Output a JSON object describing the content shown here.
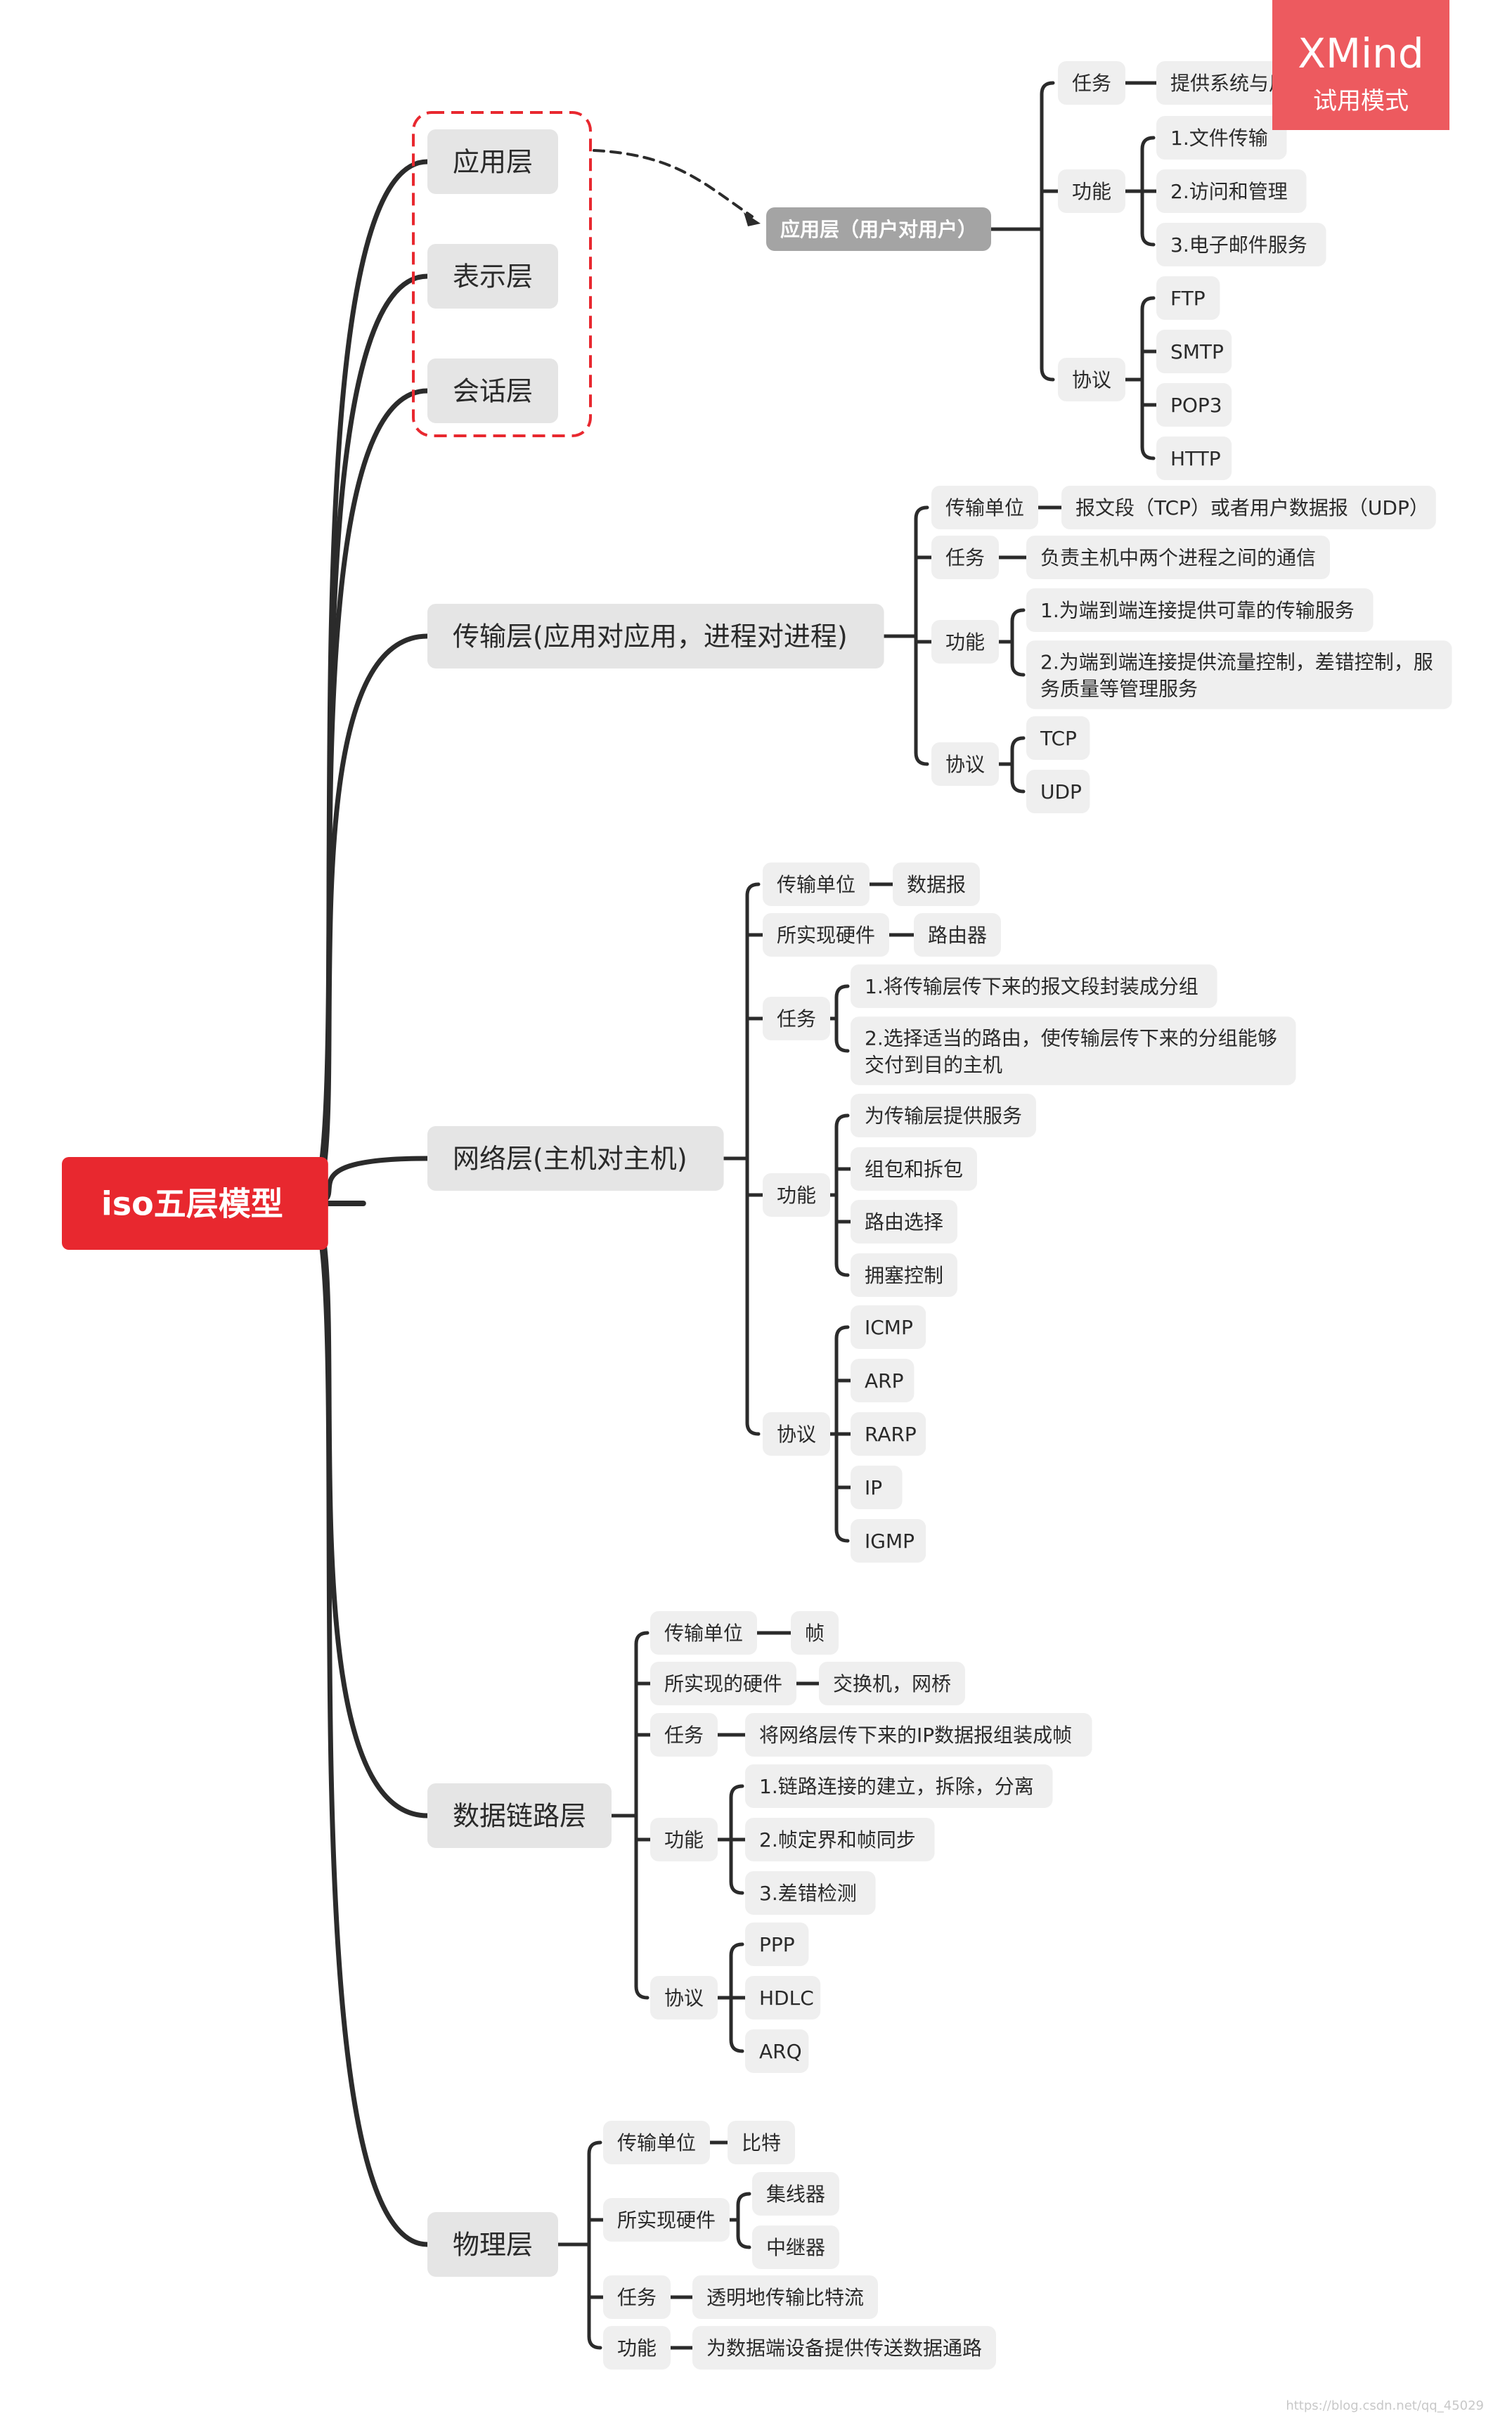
{
  "watermark": {
    "brand": "XMind",
    "mode": "试用模式",
    "credit": "https://blog.csdn.net/qq_45029"
  },
  "colors": {
    "line": "#2b2b2b",
    "root_bg": "#e8282f",
    "root_text": "#ffffff",
    "main_bg": "#e5e5e5",
    "sub_bg": "#efefef",
    "callout_bg": "#a4a4a4",
    "boundary": "#e8282f",
    "watermark_bg": "#ed5a5f"
  },
  "root": {
    "label": "iso五层模型"
  },
  "boundary_group": [
    "应用层",
    "表示层",
    "会话层"
  ],
  "callout": {
    "label": "应用层（用户对用户）",
    "children": [
      {
        "label": "任务",
        "children": [
          {
            "label": "提供系统与用户的接口"
          }
        ]
      },
      {
        "label": "功能",
        "children": [
          {
            "label": "1.文件传输"
          },
          {
            "label": "2.访问和管理"
          },
          {
            "label": "3.电子邮件服务"
          }
        ]
      },
      {
        "label": "协议",
        "children": [
          {
            "label": "FTP"
          },
          {
            "label": "SMTP"
          },
          {
            "label": "POP3"
          },
          {
            "label": "HTTP"
          }
        ]
      }
    ]
  },
  "layers": [
    {
      "label": "应用层",
      "children": []
    },
    {
      "label": "表示层",
      "children": []
    },
    {
      "label": "会话层",
      "children": []
    },
    {
      "label": "传输层(应用对应用，进程对进程)",
      "children": [
        {
          "label": "传输单位",
          "children": [
            {
              "label": "报文段（TCP）或者用户数据报（UDP）"
            }
          ]
        },
        {
          "label": "任务",
          "children": [
            {
              "label": "负责主机中两个进程之间的通信"
            }
          ]
        },
        {
          "label": "功能",
          "children": [
            {
              "label": "1.为端到端连接提供可靠的传输服务"
            },
            {
              "label": "2.为端到端连接提供流量控制，差错控制，服务质量等管理服务"
            }
          ]
        },
        {
          "label": "协议",
          "children": [
            {
              "label": "TCP"
            },
            {
              "label": "UDP"
            }
          ]
        }
      ]
    },
    {
      "label": "网络层(主机对主机)",
      "children": [
        {
          "label": "传输单位",
          "children": [
            {
              "label": "数据报"
            }
          ]
        },
        {
          "label": "所实现硬件",
          "children": [
            {
              "label": "路由器"
            }
          ]
        },
        {
          "label": "任务",
          "children": [
            {
              "label": "1.将传输层传下来的报文段封装成分组"
            },
            {
              "label": "2.选择适当的路由，使传输层传下来的分组能够交付到目的主机"
            }
          ]
        },
        {
          "label": "功能",
          "children": [
            {
              "label": "为传输层提供服务"
            },
            {
              "label": "组包和拆包"
            },
            {
              "label": "路由选择"
            },
            {
              "label": "拥塞控制"
            }
          ]
        },
        {
          "label": "协议",
          "children": [
            {
              "label": "ICMP"
            },
            {
              "label": "ARP"
            },
            {
              "label": "RARP"
            },
            {
              "label": "IP"
            },
            {
              "label": "IGMP"
            }
          ]
        }
      ]
    },
    {
      "label": "数据链路层",
      "children": [
        {
          "label": "传输单位",
          "children": [
            {
              "label": "帧"
            }
          ]
        },
        {
          "label": "所实现的硬件",
          "children": [
            {
              "label": "交换机，网桥"
            }
          ]
        },
        {
          "label": "任务",
          "children": [
            {
              "label": "将网络层传下来的IP数据报组装成帧"
            }
          ]
        },
        {
          "label": "功能",
          "children": [
            {
              "label": "1.链路连接的建立，拆除，分离"
            },
            {
              "label": "2.帧定界和帧同步"
            },
            {
              "label": "3.差错检测"
            }
          ]
        },
        {
          "label": "协议",
          "children": [
            {
              "label": "PPP"
            },
            {
              "label": "HDLC"
            },
            {
              "label": "ARQ"
            }
          ]
        }
      ]
    },
    {
      "label": "物理层",
      "children": [
        {
          "label": "传输单位",
          "children": [
            {
              "label": "比特"
            }
          ]
        },
        {
          "label": "所实现硬件",
          "children": [
            {
              "label": "集线器"
            },
            {
              "label": "中继器"
            }
          ]
        },
        {
          "label": "任务",
          "children": [
            {
              "label": "透明地传输比特流"
            }
          ]
        },
        {
          "label": "功能",
          "children": [
            {
              "label": "为数据端设备提供传送数据通路"
            }
          ]
        }
      ]
    }
  ]
}
